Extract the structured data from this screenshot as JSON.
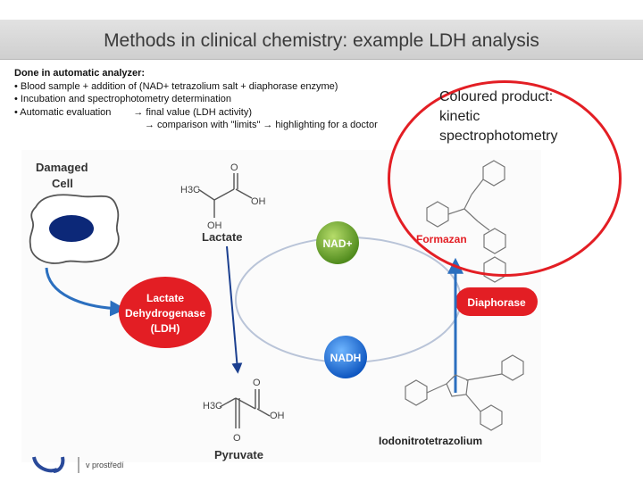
{
  "title": "Methods in clinical chemistry: example LDH analysis",
  "notes": {
    "heading": "Done in automatic analyzer:",
    "bullet1": "• Blood sample + addition of (NAD+ tetrazolium salt + diaphorase enzyme)",
    "bullet2": "• Incubation and spectrophotometry determination",
    "bullet3_start": "• Automatic evaluation",
    "bullet3_end": "final value (LDH activity)",
    "line5_a": "comparison with \"limits\"",
    "line5_b": "highlighting for a doctor",
    "arrow_glyph": "→"
  },
  "annotation": {
    "line1": "Coloured product:",
    "line2": "kinetic",
    "line3": "spectrophotometry"
  },
  "diagram": {
    "damaged_cell_1": "Damaged",
    "damaged_cell_2": "Cell",
    "lactate": "Lactate",
    "pyruvate": "Pyruvate",
    "ldh_1": "Lactate",
    "ldh_2": "Dehydrogenase",
    "ldh_3": "(LDH)",
    "nad_plus": "NAD+",
    "nadh": "NADH",
    "formazan": "Formazan",
    "diaphorase": "Diaphorase",
    "iodonitrotetrazolium": "Iodonitrotetrazolium",
    "h3c_top": "H3C",
    "oh_top": "OH",
    "o_top": "O",
    "oh_lactate": "OH",
    "h3c_bottom": "H3C",
    "oh_bottom": "OH",
    "o_bottom_1": "O",
    "o_bottom_2": "O"
  },
  "footer": {
    "text": "v prostředí"
  },
  "colors": {
    "red": "#e31e24",
    "green": "#6ea42c",
    "blue": "#1a6fd0",
    "navy": "#0e2a7a",
    "arrow_blue": "#2b6fbf"
  }
}
